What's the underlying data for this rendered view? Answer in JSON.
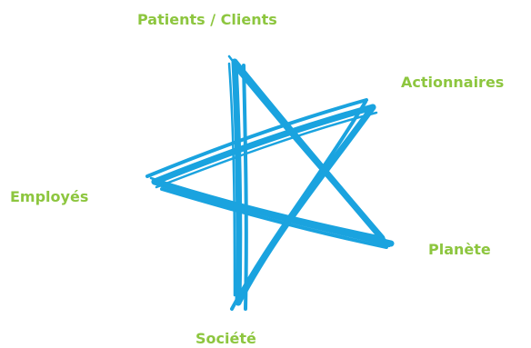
{
  "colors": {
    "label": "#8dc63f",
    "star_stroke": "#1aa3df"
  },
  "icon": "hand-drawn-star",
  "labels": {
    "top": "Patients / Clients",
    "right_top": "Actionnaires",
    "left": "Employés",
    "right_bottom": "Planète",
    "bottom": "Société"
  }
}
